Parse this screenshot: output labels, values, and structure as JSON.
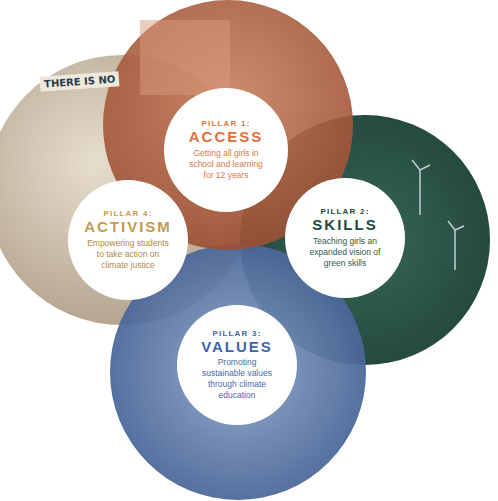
{
  "diagram": {
    "nodes": [
      {
        "text": [
          "PILLAR 1:",
          "ACCESS",
          "Getting all girls in school and learning for 12 years"
        ]
      },
      {
        "text": [
          "PILLAR 2:",
          "SKILLS",
          "Teaching girls an expanded vision of green skills"
        ]
      },
      {
        "text": [
          "PILLAR 3:",
          "VALUES",
          "Promoting sustainable values through climate education"
        ]
      },
      {
        "text": [
          "PILLAR 4:",
          "ACTIVISM",
          "Empowering students to take action on climate justice"
        ]
      }
    ],
    "labels": [
      "THERE IS NO"
    ]
  }
}
